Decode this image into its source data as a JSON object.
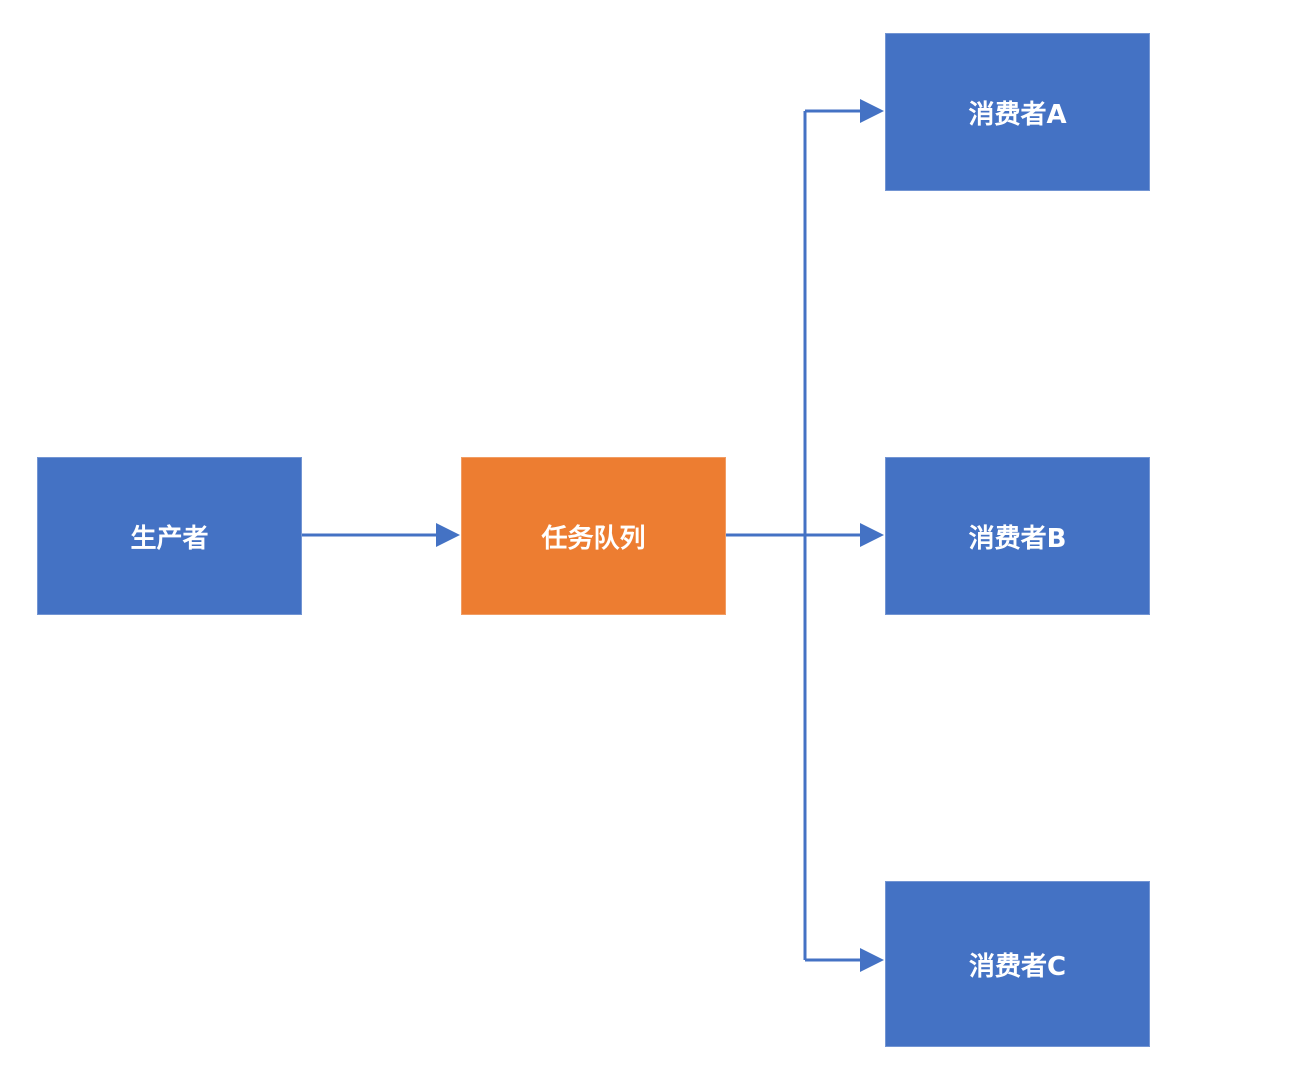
{
  "nodes": {
    "producer": {
      "label": "生产者",
      "color": "#4472C4"
    },
    "queue": {
      "label": "任务队列",
      "color": "#ED7D31"
    },
    "consumer_a": {
      "label": "消费者A",
      "color": "#4472C4"
    },
    "consumer_b": {
      "label": "消费者B",
      "color": "#4472C4"
    },
    "consumer_c": {
      "label": "消费者C",
      "color": "#4472C4"
    }
  },
  "connector_color": "#4472C4"
}
